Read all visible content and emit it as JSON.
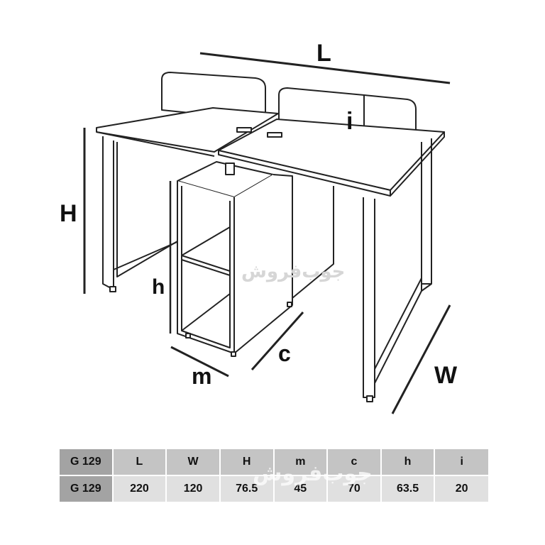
{
  "labels": {
    "L": "L",
    "H": "H",
    "h": "h",
    "m": "m",
    "c": "c",
    "W": "W",
    "i": "i"
  },
  "watermark": "جوب‌فروش",
  "table": {
    "header": [
      "G 129",
      "L",
      "W",
      "H",
      "m",
      "c",
      "h",
      "i"
    ],
    "values": [
      "G 129",
      "220",
      "120",
      "76.5",
      "45",
      "70",
      "63.5",
      "20"
    ]
  }
}
